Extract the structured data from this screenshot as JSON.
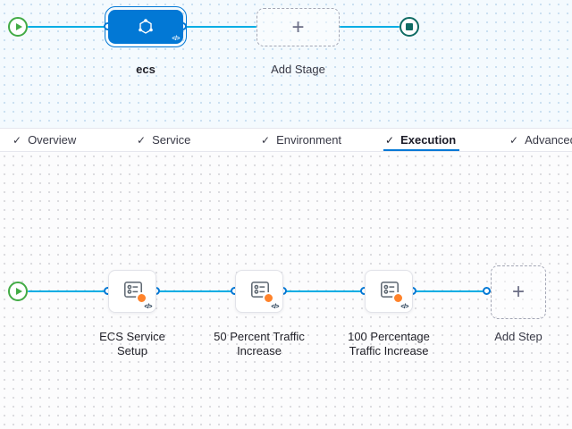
{
  "glyphs": {
    "check": "✓",
    "plus": "+",
    "code": "</>"
  },
  "stage_pipeline": {
    "stage_label": "ecs",
    "add_stage_label": "Add Stage"
  },
  "tabs": [
    {
      "label": "Overview",
      "checked": true,
      "active": false
    },
    {
      "label": "Service",
      "checked": true,
      "active": false
    },
    {
      "label": "Environment",
      "checked": true,
      "active": false
    },
    {
      "label": "Execution",
      "checked": true,
      "active": true
    },
    {
      "label": "Advanced",
      "checked": true,
      "active": false
    }
  ],
  "execution": {
    "steps": [
      {
        "label": "ECS Service Setup"
      },
      {
        "label": "50 Percent Traffic Increase"
      },
      {
        "label": "100 Percentage Traffic Increase"
      }
    ],
    "add_step_label": "Add Step"
  },
  "colors": {
    "accent_blue": "#0278d5",
    "wire_blue": "#00ade4",
    "success_green": "#42ab45",
    "stop_teal": "#0f6b63",
    "orange": "#ff832b",
    "text_dark": "#22222a",
    "text_mid": "#383946",
    "canvas_top_bg": "#f4fafe",
    "canvas_top_dot": "#c9dff0",
    "canvas_bottom_bg": "#fcfcfd",
    "canvas_bottom_dot": "#dadade",
    "dashed_border": "#a3a6b5"
  }
}
